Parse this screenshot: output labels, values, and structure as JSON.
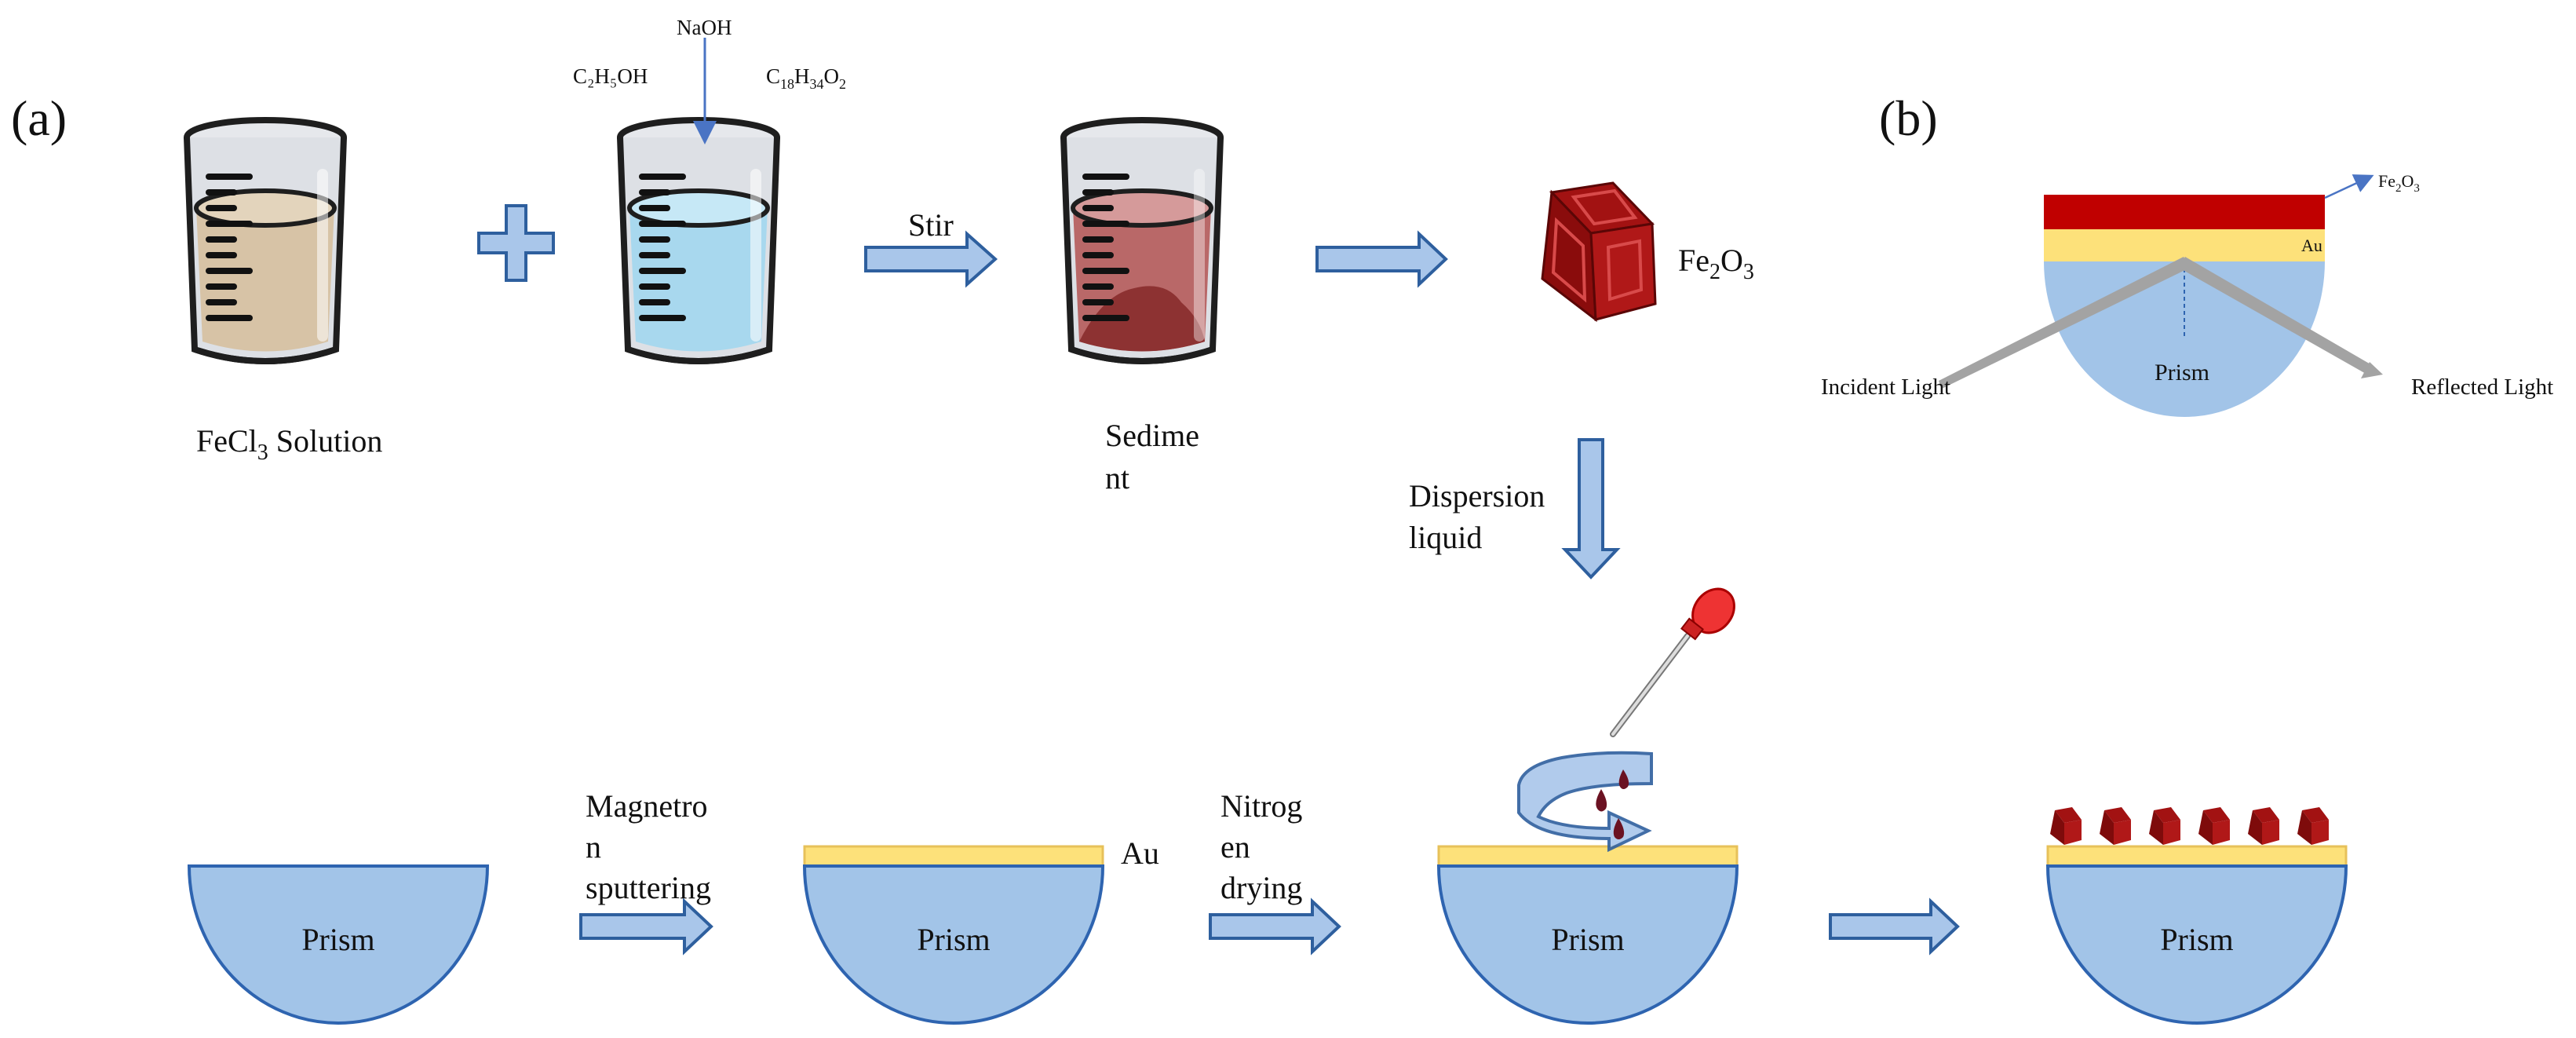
{
  "panels": {
    "a": "(a)",
    "b": "(b)"
  },
  "reagents": {
    "naoh": "NaOH",
    "ethanol": "C₂H₅OH",
    "oleic": {
      "base": "C",
      "s1": "18",
      "h": "H",
      "s2": "34",
      "o": "O",
      "s3": "2"
    }
  },
  "labels": {
    "fecl3": {
      "base": "FeCl",
      "sub": "3",
      "rest": " Solution"
    },
    "sediment": [
      "Sedime",
      "nt"
    ],
    "stir": "Stir",
    "fe2o3": {
      "fe": "Fe",
      "s1": "2",
      "o": "O",
      "s2": "3"
    },
    "dispersion": [
      "Dispersion",
      "liquid"
    ],
    "magnetron": [
      "Magnetro",
      "n",
      "sputtering"
    ],
    "au": "Au",
    "nitrogen": [
      "Nitrog",
      "en",
      "drying"
    ]
  },
  "prism_label": "Prism",
  "panel_b": {
    "fe2o3": {
      "fe": "Fe",
      "s1": "2",
      "o": "O",
      "s2": "3"
    },
    "au": "Au",
    "prism": "Prism",
    "incident": "Incident Light",
    "reflected": "Reflected Light"
  },
  "colors": {
    "prism_fill": "#a2c4e8",
    "prism_stroke": "#2e64b0",
    "gold": "#fde17a",
    "fe2o3_red": "#c00000",
    "cube_red": "#8b0f0f",
    "arrow_fill": "#a9c6ea",
    "arrow_stroke": "#2e5f9e",
    "fecl3_liquid": "#d7c3a6",
    "water_liquid": "#a8d8ee",
    "sediment_liquid": "#b96868"
  }
}
